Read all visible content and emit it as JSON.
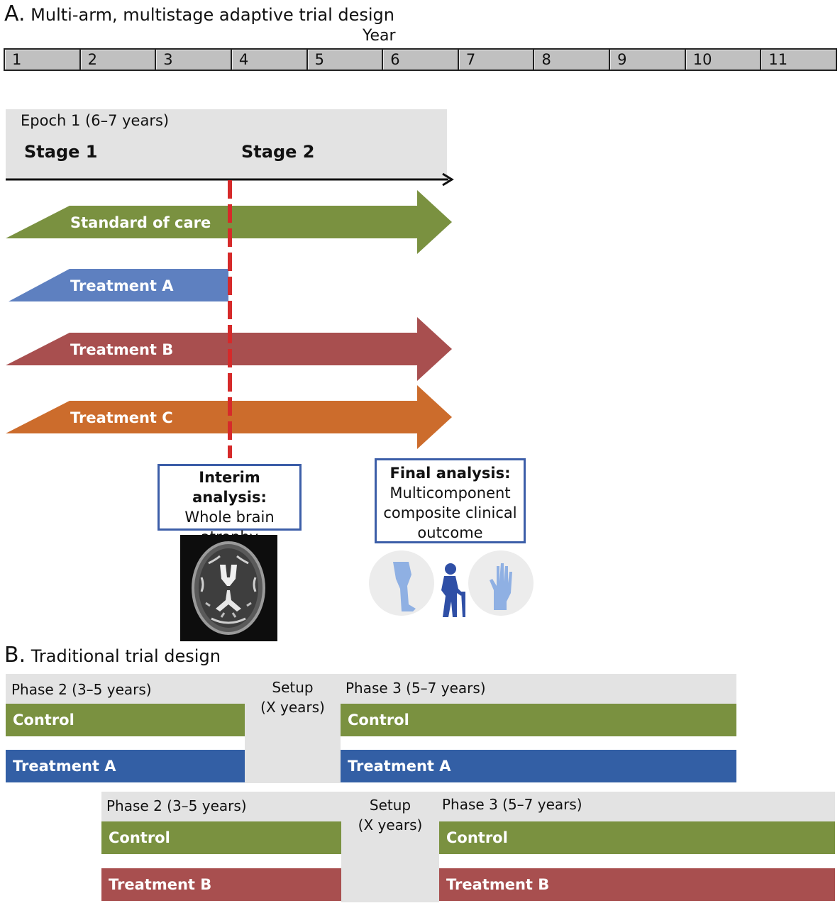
{
  "panel_a": {
    "letter": "A.",
    "title": "Multi-arm, multistage adaptive trial design",
    "year_axis_label": "Year",
    "years": [
      "1",
      "2",
      "3",
      "4",
      "5",
      "6",
      "7",
      "8",
      "9",
      "10",
      "11"
    ],
    "epoch_label": "Epoch 1 (6–7 years)",
    "stages": [
      "Stage 1",
      "Stage 2"
    ],
    "arms": [
      {
        "label": "Standard of care",
        "color": "#7a9140",
        "continues": true
      },
      {
        "label": "Treatment A",
        "color": "#5e80c0",
        "continues": false
      },
      {
        "label": "Treatment B",
        "color": "#a84f4f",
        "continues": true
      },
      {
        "label": "Treatment C",
        "color": "#cc6c2c",
        "continues": true
      }
    ],
    "interim_line_color": "#d62a2a",
    "interim_analysis": {
      "heading": "Interim analysis:",
      "lines": [
        "Whole brain",
        "atrophy"
      ],
      "image": "brain-mri-icon"
    },
    "final_analysis": {
      "heading": "Final analysis:",
      "lines": [
        "Multicomponent",
        "composite clinical",
        "outcome"
      ],
      "icons": [
        "leg-icon",
        "person-with-cane-icon",
        "hand-icon"
      ]
    },
    "box_border_color": "#3c5ea8"
  },
  "panel_b": {
    "letter": "B.",
    "title": "Traditional trial design",
    "trials": [
      {
        "phase2_label": "Phase 2 (3–5 years)",
        "setup_label_1": "Setup",
        "setup_label_2": "(X years)",
        "phase3_label": "Phase 3 (5–7 years)",
        "control_label": "Control",
        "treatment_label": "Treatment A",
        "treatment_color": "#335fa5"
      },
      {
        "phase2_label": "Phase 2 (3–5 years)",
        "setup_label_1": "Setup",
        "setup_label_2": "(X years)",
        "phase3_label": "Phase 3 (5–7 years)",
        "control_label": "Control",
        "treatment_label": "Treatment B",
        "treatment_color": "#a84f4f"
      }
    ],
    "control_color": "#7a9140"
  }
}
